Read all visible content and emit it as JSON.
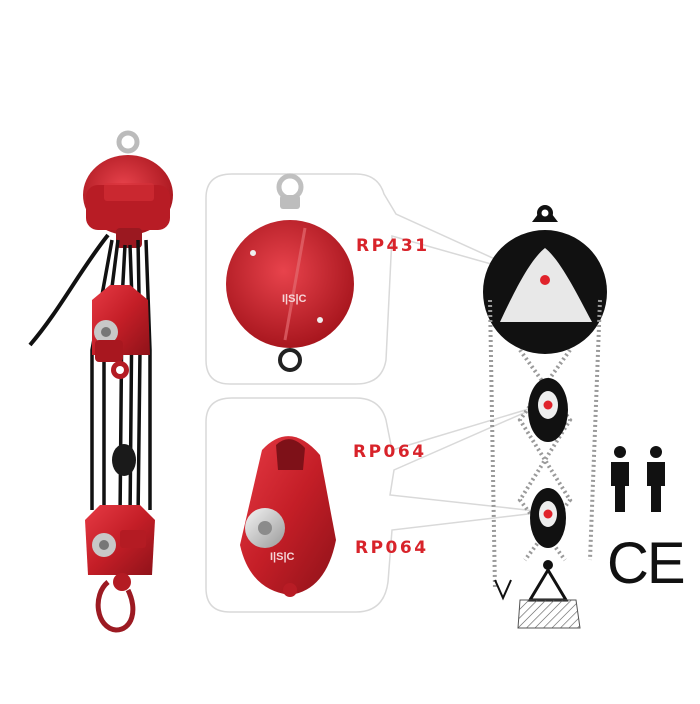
{
  "products": {
    "top_pulley": {
      "code": "RP431",
      "brand": "ISC"
    },
    "middle_pulley": {
      "code": "RP064",
      "brand": "ISC"
    },
    "bottom_pulley": {
      "code": "RP064",
      "brand": "ISC"
    }
  },
  "certification": {
    "mark": "CE"
  },
  "users_icon": "two-persons-icon",
  "colors": {
    "pulley_red": "#c8202a",
    "label_red": "#d8232a",
    "diagram_black": "#111111",
    "callout_border": "#d9d9d9"
  }
}
